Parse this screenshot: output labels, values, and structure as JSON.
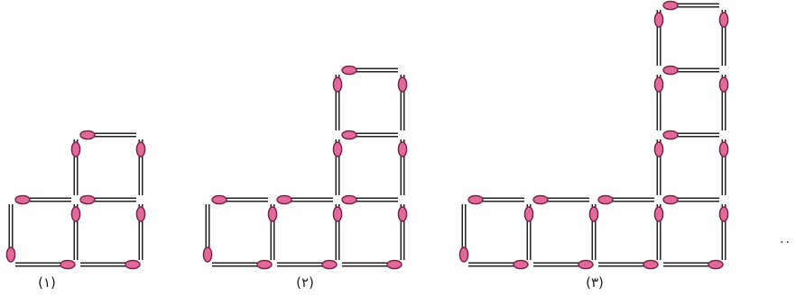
{
  "figures": [
    {
      "label": "(۱)",
      "squares": [
        [
          0,
          0
        ],
        [
          1,
          0
        ],
        [
          1,
          1
        ]
      ]
    },
    {
      "label": "(۲)",
      "squares": [
        [
          0,
          0
        ],
        [
          1,
          0
        ],
        [
          2,
          0
        ],
        [
          2,
          1
        ],
        [
          2,
          2
        ]
      ]
    },
    {
      "label": "(۳)",
      "squares": [
        [
          0,
          0
        ],
        [
          1,
          0
        ],
        [
          2,
          0
        ],
        [
          3,
          0
        ],
        [
          3,
          1
        ],
        [
          3,
          2
        ],
        [
          3,
          3
        ]
      ]
    }
  ],
  "trailing_text": "..",
  "colors": {
    "stick": "#ffffff",
    "stick_outline": "#222222",
    "head_fill": "#e06a9a",
    "head_outline": "#7a1f48",
    "text": "#222222"
  }
}
